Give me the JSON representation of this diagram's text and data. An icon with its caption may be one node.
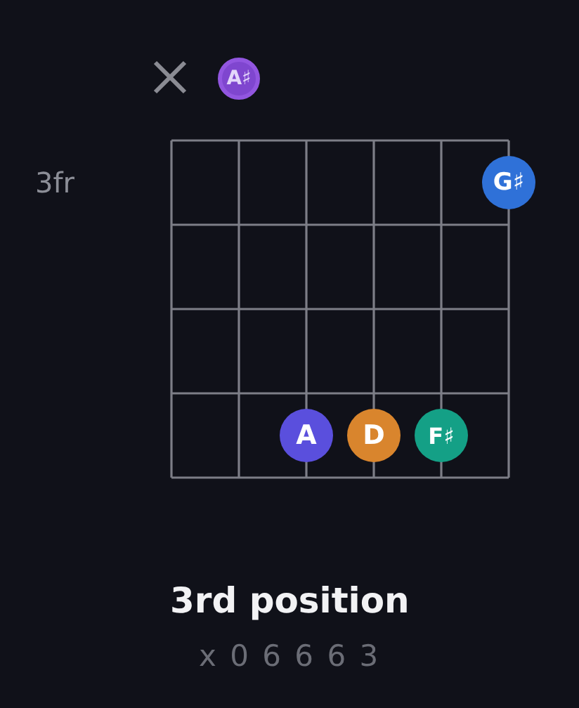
{
  "diagram": {
    "title": "3rd position",
    "nodes": [
      {
        "text": [
          "A♯"
        ]
      },
      {
        "text": [
          "G♯"
        ]
      },
      {
        "text": [
          "A"
        ]
      },
      {
        "text": [
          "D"
        ]
      },
      {
        "text": [
          "F♯"
        ]
      }
    ],
    "labels": [
      "3fr",
      "x 0 6 6 6 3"
    ]
  }
}
